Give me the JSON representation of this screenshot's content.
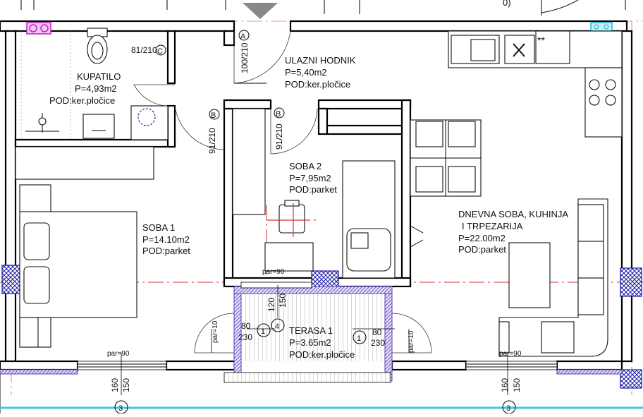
{
  "rooms": {
    "kupatilo": {
      "name": "KUPATILO",
      "area": "P=4,93m2",
      "floor": "POD:ker.pločice"
    },
    "hodnik": {
      "name": "ULAZNI HODNIK",
      "area": "P=5,40m2",
      "floor": "POD:ker.pločice"
    },
    "soba2": {
      "name": "SOBA 2",
      "area": "P=7,95m2",
      "floor": "POD:parket"
    },
    "soba1": {
      "name": "SOBA 1",
      "area": "P=14.10m2",
      "floor": "POD:parket"
    },
    "dnevna": {
      "name1": "DNEVNA SOBA, KUHINJA",
      "name2": "I TRPEZARIJA",
      "area": "P=22.00m2",
      "floor": "POD:parket"
    },
    "terasa": {
      "name": "TERASA 1",
      "area": "P=3.65m2",
      "floor": "POD:ker.pločice"
    }
  },
  "doors": {
    "bath": {
      "size": "81/210",
      "mark": "C"
    },
    "entry": {
      "size": "100/210",
      "mark": "A"
    },
    "soba1": {
      "size": "91/210",
      "mark": "B"
    },
    "soba2": {
      "size": "91/210",
      "mark": "B"
    }
  },
  "windows": {
    "terrace_left": {
      "w": "80",
      "h": "230",
      "mark": "1"
    },
    "terrace_right": {
      "w": "80",
      "h": "230",
      "mark": "1"
    },
    "terrace_top": {
      "w": "120",
      "h": "150",
      "mark": "4"
    },
    "bottom_left": {
      "w": "160",
      "h": "150",
      "mark": "3"
    },
    "bottom_right": {
      "w": "160",
      "h": "150",
      "mark": "3"
    }
  },
  "parapets": {
    "left": "par=10",
    "right": "par=10",
    "top_terrace": "par=90",
    "bottom_left": "par=90",
    "bottom_right": "par=90"
  },
  "top_right_fragment": "0)",
  "colors": {
    "axis": "#d23232",
    "column": "#1a1aa0",
    "terrace_band": "#5a3fb8",
    "magenta_fixture": "#c020c0",
    "cyan_fixture": "#20b0d0"
  }
}
